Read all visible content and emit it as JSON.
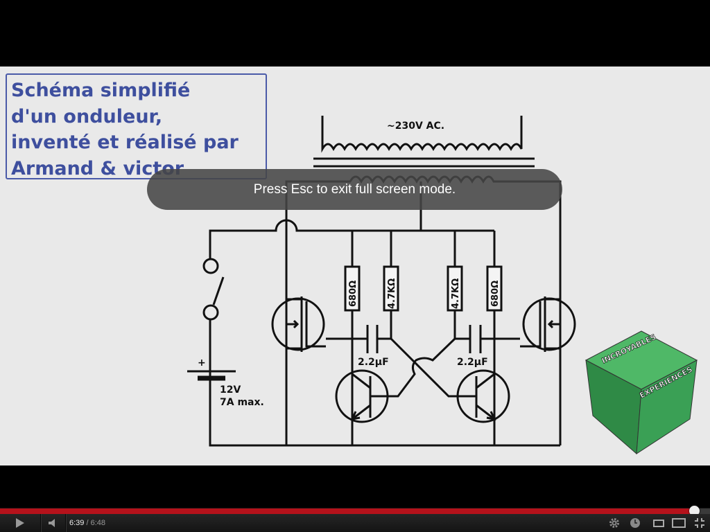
{
  "slide": {
    "title_lines": [
      "Schéma simplifié",
      "d'un onduleur,",
      "inventé et réalisé par",
      "Armand & victor"
    ],
    "transformer_label": "~230V AC.",
    "resistors": [
      "680Ω",
      "4.7KΩ",
      "4.7KΩ",
      "680Ω"
    ],
    "capacitors": [
      "2.2µF",
      "2.2µF"
    ],
    "battery_plus": "+",
    "battery_voltage": "12V",
    "battery_current": "7A max.",
    "logo_text": [
      "INCROYABLES",
      "EXPERIENCES"
    ]
  },
  "overlay": {
    "message": "Press Esc to exit full screen mode."
  },
  "player": {
    "current_time": "6:39",
    "separator": " / ",
    "duration": "6:48",
    "played_fraction": 0.978,
    "accent_color": "#b5121b",
    "icons": [
      "play-icon",
      "volume-icon",
      "settings-gear-icon",
      "watch-later-icon",
      "small-player-icon",
      "large-player-icon",
      "exit-fullscreen-icon"
    ]
  }
}
